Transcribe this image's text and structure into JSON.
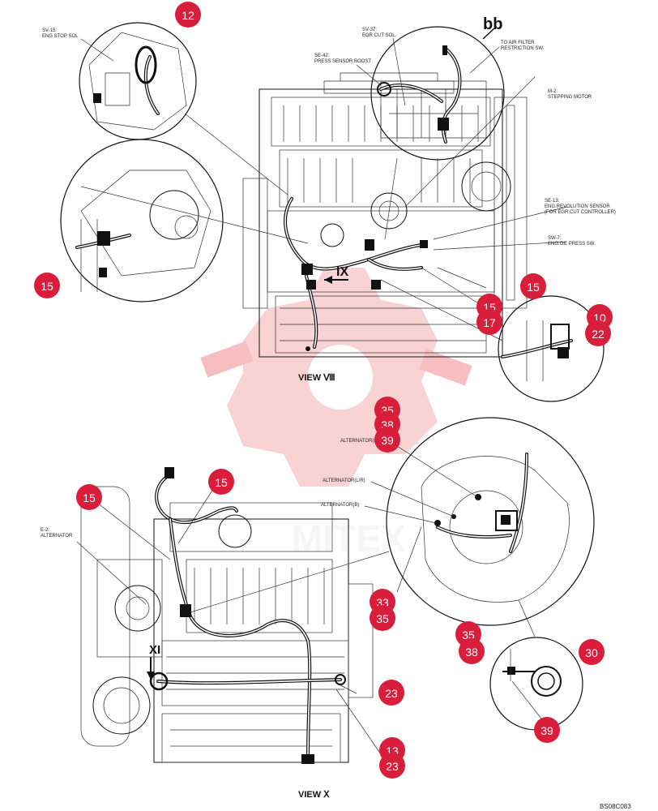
{
  "watermark": {
    "text": "MITEX",
    "color": "#e8484f"
  },
  "badge_color": "#d81e3a",
  "drawing_code": "BS08C083",
  "views": {
    "top": {
      "caption": "VIEW Ⅷ"
    },
    "bottom": {
      "caption": "VIEW Ⅹ"
    }
  },
  "view_markers": {
    "nine": "IX",
    "eleven": "XI",
    "bb": "bb"
  },
  "labels": {
    "sv15": [
      "SV-15:",
      "ENG STOP SOL"
    ],
    "sv37": [
      "SV-37:",
      "EGR CUT SOL."
    ],
    "se42": [
      "SE-42:",
      "PRESS SENSOR:BOOST"
    ],
    "air_filter": [
      "TO AIR FILTER",
      "RESTRICTION SW."
    ],
    "m2": [
      "M-2:",
      "STEPPING MOTOR"
    ],
    "se13": [
      "SE-13:",
      "ENG.REVOLUTION SENSOR",
      "(FOR EGR CUT CONTROLLER)"
    ],
    "sw7": [
      "SW-7:",
      "ENG.OIL PRESS SW."
    ],
    "e2": [
      "E-2:",
      "ALTERNATOR"
    ],
    "alt_e": "ALTERNATOR(E)",
    "alt_lr": "ALTERNATOR(L/R)",
    "alt_b": "ALTERNATOR(B)"
  },
  "badges": [
    {
      "name": "badge-12",
      "text": "12"
    },
    {
      "name": "badge-15-a",
      "text": "15"
    },
    {
      "name": "badge-15-b",
      "text": "15"
    },
    {
      "name": "badge-15-c",
      "text": "15"
    },
    {
      "name": "badge-17",
      "text": "17"
    },
    {
      "name": "badge-10",
      "text": "10"
    },
    {
      "name": "badge-22",
      "text": "22"
    },
    {
      "name": "badge-35-a",
      "text": "35"
    },
    {
      "name": "badge-38-a",
      "text": "38"
    },
    {
      "name": "badge-39-a",
      "text": "39"
    },
    {
      "name": "badge-15-d",
      "text": "15"
    },
    {
      "name": "badge-15-e",
      "text": "15"
    },
    {
      "name": "badge-33",
      "text": "33"
    },
    {
      "name": "badge-35-b",
      "text": "35"
    },
    {
      "name": "badge-35-c",
      "text": "35"
    },
    {
      "name": "badge-38-b",
      "text": "38"
    },
    {
      "name": "badge-30",
      "text": "30"
    },
    {
      "name": "badge-39-b",
      "text": "39"
    },
    {
      "name": "badge-23-a",
      "text": "23"
    },
    {
      "name": "badge-13",
      "text": "13"
    },
    {
      "name": "badge-23-b",
      "text": "23"
    }
  ]
}
